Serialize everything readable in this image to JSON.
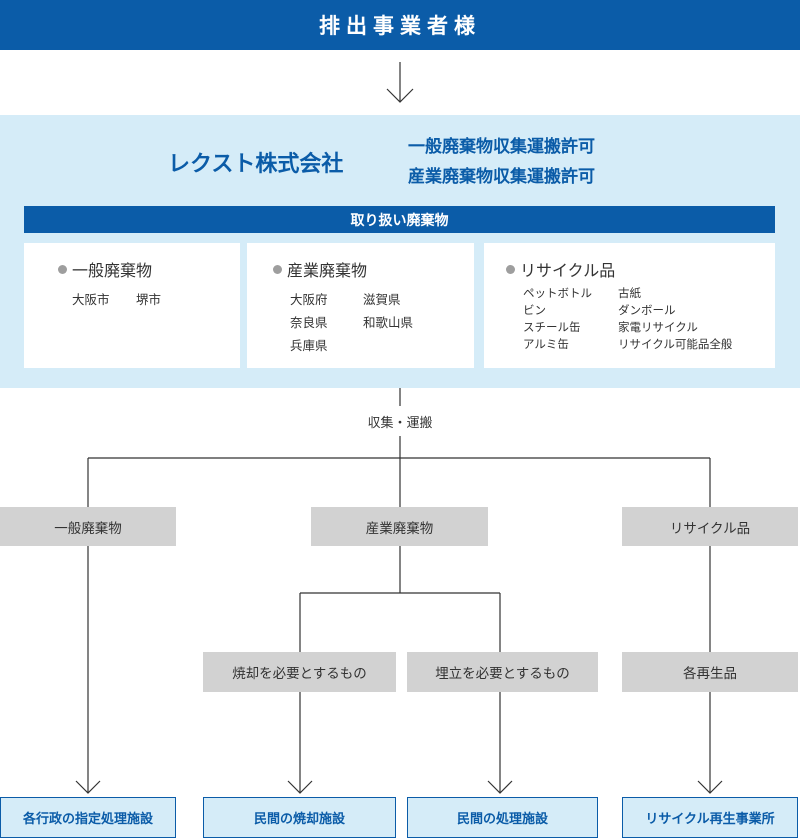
{
  "header": {
    "title": "排出事業者様"
  },
  "company": {
    "name": "レクスト株式会社",
    "permits": [
      "一般廃棄物収集運搬許可",
      "産業廃棄物収集運搬許可"
    ]
  },
  "handling": {
    "title": "取り扱い廃棄物",
    "general": {
      "title": "一般廃棄物",
      "items": [
        "大阪市",
        "堺市"
      ]
    },
    "industrial": {
      "title": "産業廃棄物",
      "items": [
        "大阪府",
        "滋賀県",
        "奈良県",
        "和歌山県",
        "兵庫県"
      ]
    },
    "recycle": {
      "title": "リサイクル品",
      "items": [
        "ペットボトル",
        "古紙",
        "ビン",
        "ダンボール",
        "スチール缶",
        "家電リサイクル",
        "アルミ缶",
        "リサイクル可能品全般"
      ]
    }
  },
  "collection_label": "収集・運搬",
  "categories": {
    "general": "一般廃棄物",
    "industrial": "産業廃棄物",
    "recycle": "リサイクル品"
  },
  "subcategories": {
    "incineration": "焼却を必要とするもの",
    "landfill": "埋立を必要とするもの",
    "recycled": "各再生品"
  },
  "destinations": {
    "municipal": "各行政の指定処理施設",
    "private_incineration": "民間の焼却施設",
    "private_treatment": "民間の処理施設",
    "recycling_business": "リサイクル再生事業所"
  },
  "colors": {
    "primary": "#0b5ca8",
    "panel": "#d5ecf8",
    "gray_box": "#d2d2d2",
    "line": "#333333"
  }
}
